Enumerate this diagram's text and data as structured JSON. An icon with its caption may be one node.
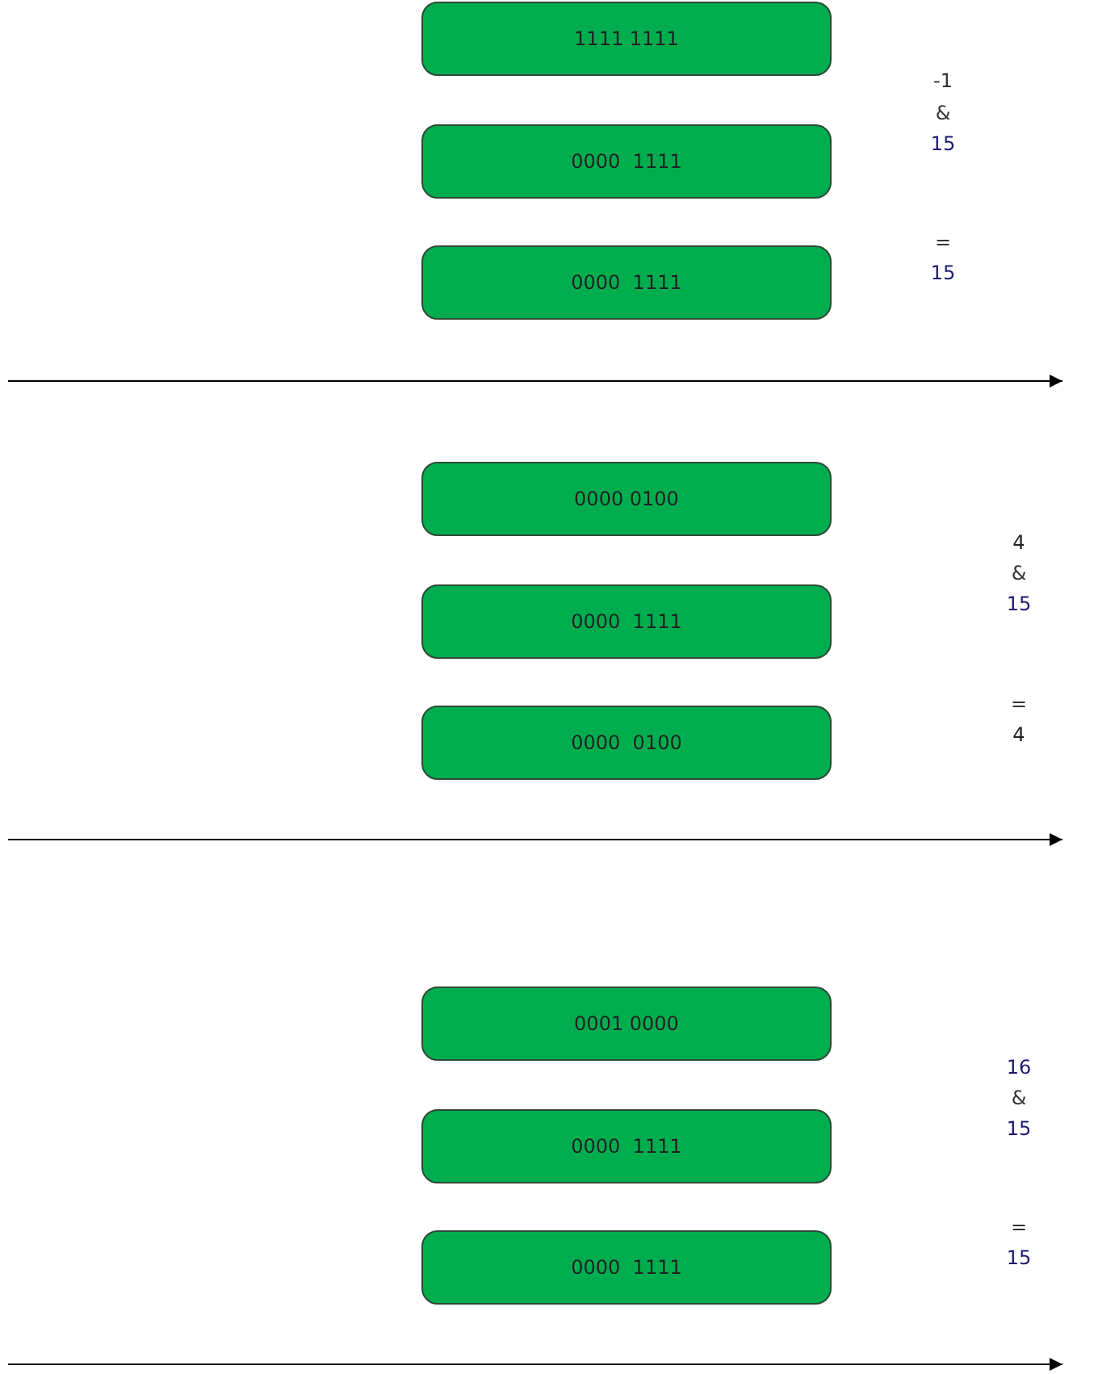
{
  "diagram": {
    "nodes": [
      {
        "text": [
          "1111 1111"
        ]
      },
      {
        "text": [
          "0000  1111"
        ]
      },
      {
        "text": [
          "0000  1111"
        ]
      },
      {
        "text": [
          "0000 0100"
        ]
      },
      {
        "text": [
          "0000  1111"
        ]
      },
      {
        "text": [
          "0000  0100"
        ]
      },
      {
        "text": [
          "0001 0000"
        ]
      },
      {
        "text": [
          "0000  1111"
        ]
      },
      {
        "text": [
          "0000  1111"
        ]
      }
    ],
    "edges": [],
    "labels": [
      "-1",
      "&",
      "15",
      "=",
      "15",
      "4",
      "&",
      "15",
      "=",
      "4",
      "16",
      "&",
      "15",
      "=",
      "15"
    ]
  }
}
